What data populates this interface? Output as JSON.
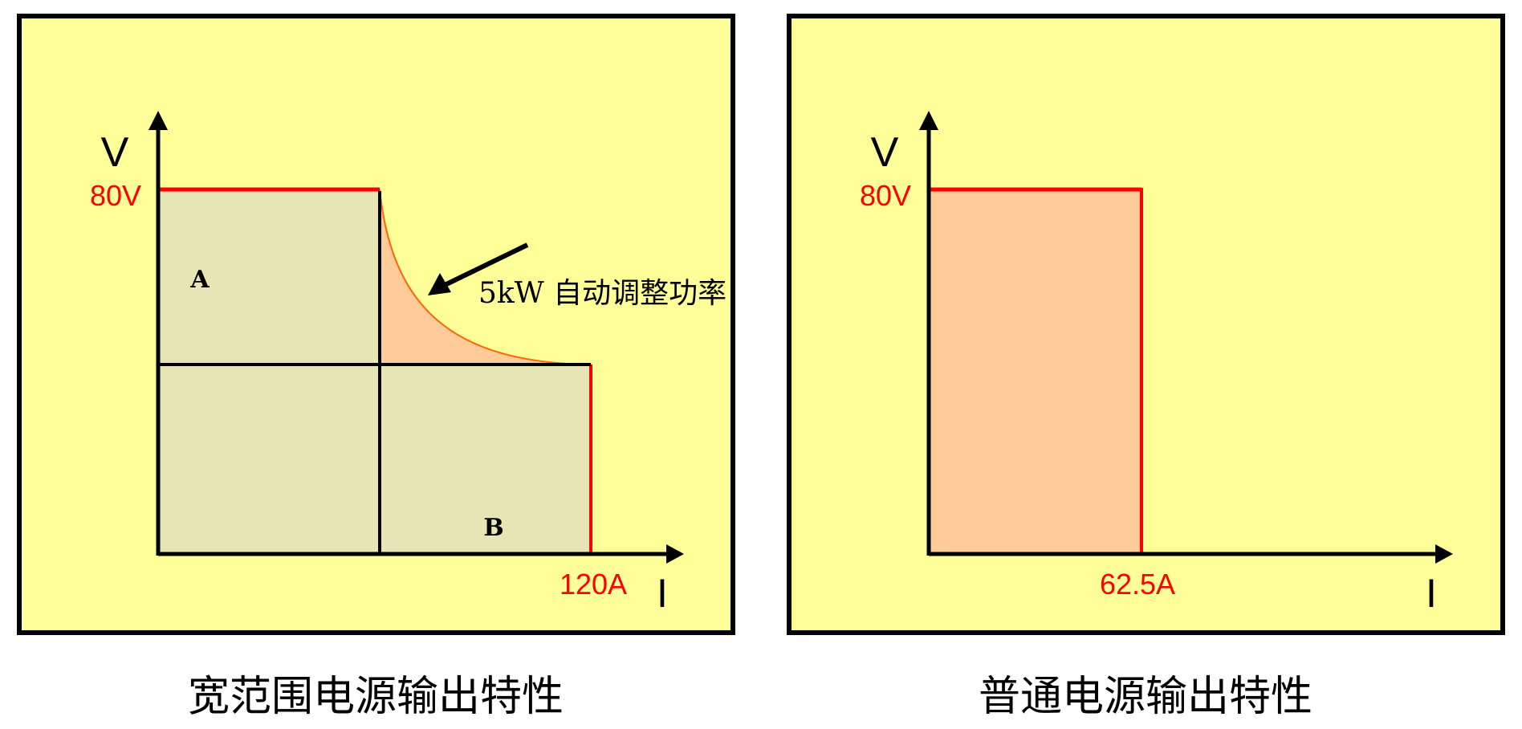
{
  "colors": {
    "panel": "#FFFF99",
    "region": "#E5E5B5",
    "power_region": "#FFCC99",
    "limit": "#FF0000",
    "curve": "#FF6600",
    "axis": "#000000"
  },
  "left": {
    "caption": "宽范围电源输出特性",
    "y_axis_label": "V",
    "x_axis_label": "I",
    "v_max_label": "80V",
    "i_max_label": "120A",
    "region_a": "A",
    "region_b": "B",
    "annotation": "5kW 自动调整功率"
  },
  "right": {
    "caption": "普通电源输出特性",
    "y_axis_label": "V",
    "x_axis_label": "I",
    "v_max_label": "80V",
    "i_max_label": "62.5A"
  },
  "chart_data": [
    {
      "type": "area",
      "title": "宽范围电源输出特性",
      "xlabel": "I",
      "ylabel": "V",
      "v_max": 80,
      "i_max": 120,
      "power_kw": 5
    },
    {
      "type": "area",
      "title": "普通电源输出特性",
      "xlabel": "I",
      "ylabel": "V",
      "v_max": 80,
      "i_max": 62.5
    }
  ]
}
